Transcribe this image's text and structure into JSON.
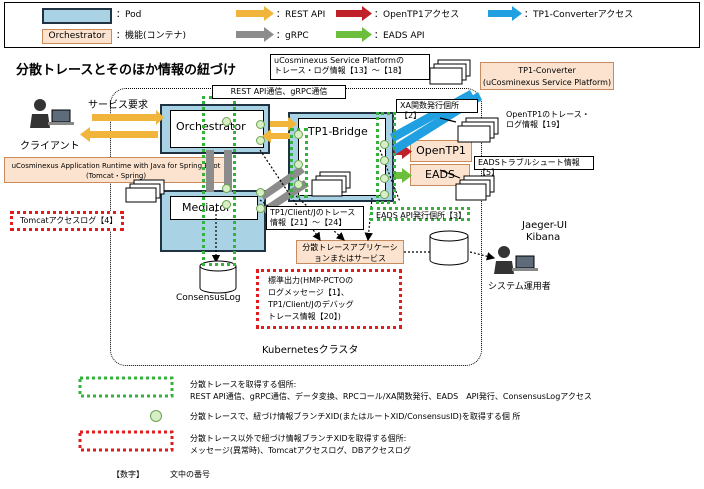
{
  "legend": {
    "pod_label": "：Pod",
    "orchestrator_box": "Orchestrator",
    "function_label": "：機能(コンテナ)",
    "rest_api": "：REST API",
    "openTP1_access": "：OpenTP1アクセス",
    "tp1conv_access": "：TP1-Converterアクセス",
    "grpc": "：gRPC",
    "eads_api": "：EADS API"
  },
  "title": "分散トレースとそのほか情報の紐づけ",
  "client": {
    "service_request": "サービス要求",
    "label": "クライアント"
  },
  "runtime_box": {
    "line1": "uCosminexus Application Runtime with Java for Spring Boot",
    "line2": "(Tomcat・Spring)"
  },
  "tomcat_log": "Tomcatアクセスログ【4】",
  "components": {
    "orchestrator": "Orchestrator",
    "mediator": "Mediator",
    "tp1bridge": "TP1-Bridge",
    "openTP1": "OpenTP1",
    "eads": "EADS",
    "tp1converter_line1": "TP1-Converter",
    "tp1converter_line2": "(uCosminexus Service Platform)",
    "app": "分散トレースアプリケーションまたはサービス",
    "consensus_log": "ConsensusLog",
    "jaeger_line1": "Jaeger-UI",
    "jaeger_line2": "Kibana",
    "operator": "システム運用者",
    "kubernetes": "Kubernetesクラスタ"
  },
  "notes": {
    "rest_grpc": "REST API通信、gRPC通信",
    "usp_log_line1": "uCosminexus Service Platformの",
    "usp_log_line2": "トレース・ログ情報【13】～【18】",
    "xa_issue": "XA関数発行個所【2】",
    "openTP1_trace_line1": "OpenTP1のトレース・",
    "openTP1_trace_line2": "ログ情報【19】",
    "eads_trouble": "EADSトラブルシュート情報【5】",
    "eads_api_issue": "EADS API発行個所【3】",
    "tp1client_line1": "TP1/Client/Jのトレース",
    "tp1client_line2": "情報【21】～【24】",
    "stdout_line1": "標準出力(HMP-PCTOの",
    "stdout_line2": "ログメッセージ【1】、",
    "stdout_line3": "TP1/Client/Jのデバッグ",
    "stdout_line4": "トレース情報【20】)"
  },
  "bottom_legend": {
    "green_title": "分散トレースを取得する個所:",
    "green_desc": "REST API通信、gRPC通信、データ変換、RPCコール/XA関数発行、EADS　API発行、ConsensusLogアクセス",
    "dot_desc": "分散トレースで、紐づけ情報ブランチXID(またはルートXID/ConsensusID)を取得する個 所",
    "red_title": "分散トレース以外で紐づけ情報ブランチXIDを取得する個所:",
    "red_desc": "メッセージ(異常時)、Tomcatアクセスログ、DBアクセスログ",
    "number_label": "【数字】",
    "number_desc": "文中の番号"
  },
  "colors": {
    "rest_api": "#f2b53c",
    "openTP1": "#c0202a",
    "tp1conv": "#20a0e0",
    "grpc": "#8c8c8c",
    "eads": "#6cbf3c",
    "pod": "#a9d3e4",
    "function": "#fbe3cf",
    "green_dash": "#35b23b",
    "red_dash": "#e11e1e"
  }
}
